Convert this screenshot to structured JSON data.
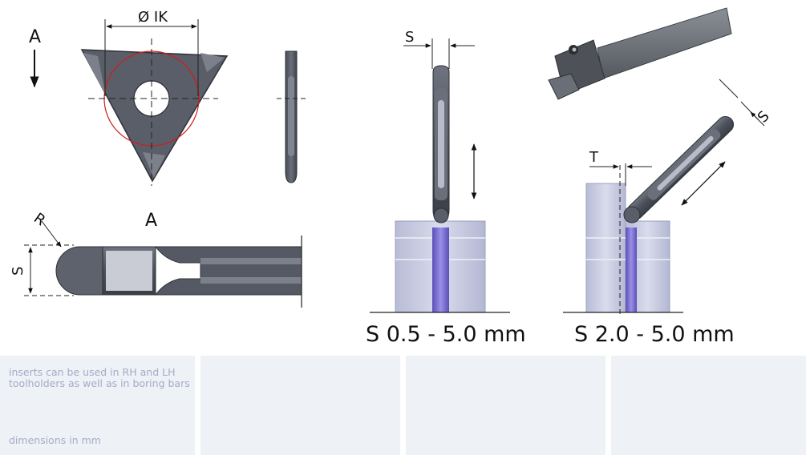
{
  "labels": {
    "ik": "Ø IK",
    "view_a_arrow": "A",
    "view_a_title": "A",
    "radius": "R",
    "s_left": "S",
    "s_mid": "S",
    "s_right": "S",
    "t": "T"
  },
  "ranges": {
    "internal": "S 0.5 - 5.0 mm",
    "external": "S 2.0 - 5.0 mm"
  },
  "notes": {
    "usage": "inserts can be used in RH and LH toolholders as well as in boring bars",
    "units": "dimensions in mm"
  },
  "colors": {
    "insert_body": "#5a5e68",
    "workpiece": "#c7cbe0",
    "groove": "#7d6fd0",
    "panel": "#eef1f6",
    "note_text": "#a6abc7"
  }
}
